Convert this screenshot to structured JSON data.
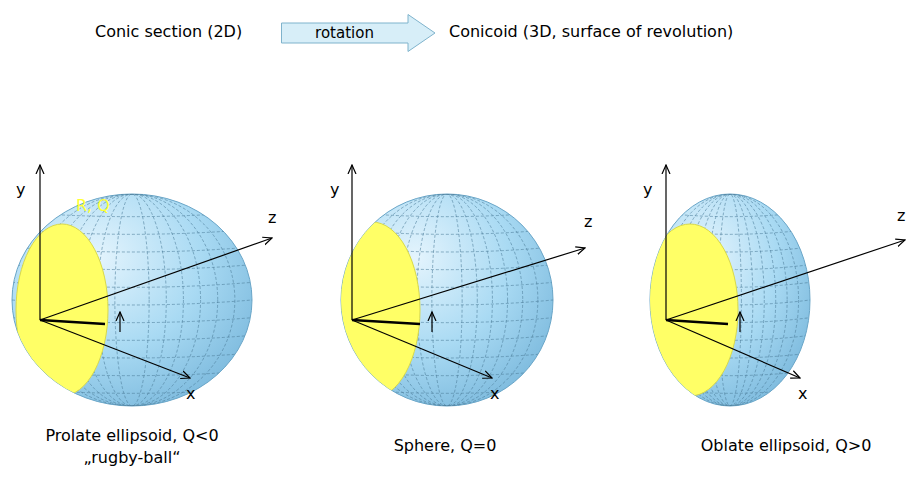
{
  "diagram": {
    "nodes": [
      {
        "text": [
          "rotation"
        ]
      }
    ],
    "labels": [
      "Conic section (2D)",
      "Conicoid (3D, surface of revolution)",
      "y",
      "z",
      "x",
      "R, Q",
      "Prolate ellipsoid, Q<0",
      "„rugby-ball“",
      "y",
      "z",
      "x",
      "Sphere, Q=0",
      "y",
      "z",
      "x",
      "Oblate ellipsoid, Q>0"
    ]
  }
}
